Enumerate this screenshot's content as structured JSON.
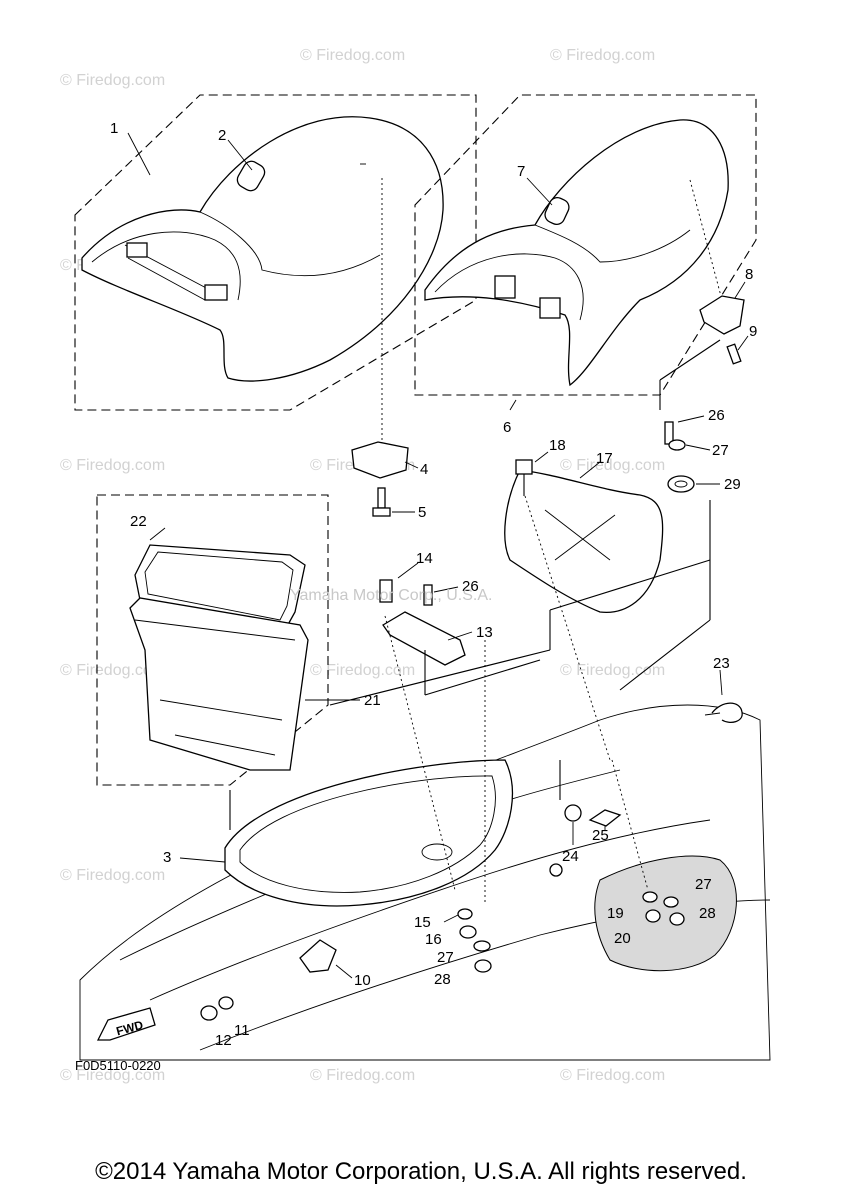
{
  "diagram": {
    "code": "F0D5110-0220",
    "fwd_label": "FWD",
    "center_watermark": "Yamaha Motor Corp., U.S.A.",
    "watermark_text": "© Firedog.com",
    "parts": [
      {
        "id": "1",
        "label": "1"
      },
      {
        "id": "2",
        "label": "2"
      },
      {
        "id": "3",
        "label": "3"
      },
      {
        "id": "4",
        "label": "4"
      },
      {
        "id": "5",
        "label": "5"
      },
      {
        "id": "6",
        "label": "6"
      },
      {
        "id": "7",
        "label": "7"
      },
      {
        "id": "8",
        "label": "8"
      },
      {
        "id": "9",
        "label": "9"
      },
      {
        "id": "10",
        "label": "10"
      },
      {
        "id": "11",
        "label": "11"
      },
      {
        "id": "12",
        "label": "12"
      },
      {
        "id": "13",
        "label": "13"
      },
      {
        "id": "14",
        "label": "14"
      },
      {
        "id": "15",
        "label": "15"
      },
      {
        "id": "16",
        "label": "16"
      },
      {
        "id": "17",
        "label": "17"
      },
      {
        "id": "18",
        "label": "18"
      },
      {
        "id": "19",
        "label": "19"
      },
      {
        "id": "20",
        "label": "20"
      },
      {
        "id": "21",
        "label": "21"
      },
      {
        "id": "22",
        "label": "22"
      },
      {
        "id": "23",
        "label": "23"
      },
      {
        "id": "24",
        "label": "24"
      },
      {
        "id": "25",
        "label": "25"
      },
      {
        "id": "26a",
        "label": "26"
      },
      {
        "id": "26b",
        "label": "26"
      },
      {
        "id": "27a",
        "label": "27"
      },
      {
        "id": "27b",
        "label": "27"
      },
      {
        "id": "27c",
        "label": "27"
      },
      {
        "id": "28a",
        "label": "28"
      },
      {
        "id": "28b",
        "label": "28"
      },
      {
        "id": "29",
        "label": "29"
      }
    ]
  },
  "footer": {
    "copyright": "©2014 Yamaha Motor Corporation, U.S.A. All rights reserved."
  }
}
